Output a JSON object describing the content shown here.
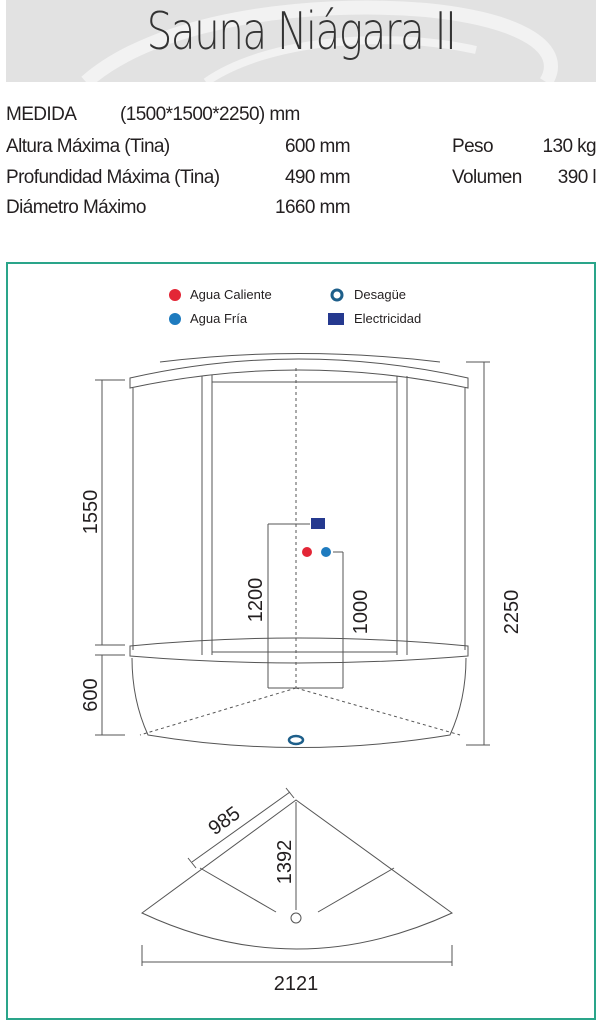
{
  "title": "Sauna Niágara II",
  "specs": {
    "medida_label": "MEDIDA",
    "medida_value": "(1500*1500*2250) mm",
    "rows": [
      {
        "label": "Altura Máxima (Tina)",
        "value": "600 mm"
      },
      {
        "label": "Profundidad Máxima (Tina)",
        "value": "490 mm"
      },
      {
        "label": "Diámetro Máximo",
        "value": "1660 mm"
      }
    ],
    "peso_label": "Peso",
    "peso_value": "130 kg",
    "volumen_label": "Volumen",
    "volumen_value": "390 l"
  },
  "legend": [
    {
      "label": "Agua Caliente",
      "color": "#e32636"
    },
    {
      "label": "Agua Fría",
      "color": "#1e7bbf"
    },
    {
      "label": "Desagüe",
      "color": "#1e5f8a"
    },
    {
      "label": "Electricidad",
      "color": "#25398f"
    }
  ],
  "dimensions": {
    "d1550": "1550",
    "d600": "600",
    "d2250": "2250",
    "d1200": "1200",
    "d1000": "1000",
    "d985": "985",
    "d1392": "1392",
    "d2121": "2121"
  },
  "colors": {
    "frame": "#2aa58a",
    "banner": "#e2e2e2"
  }
}
